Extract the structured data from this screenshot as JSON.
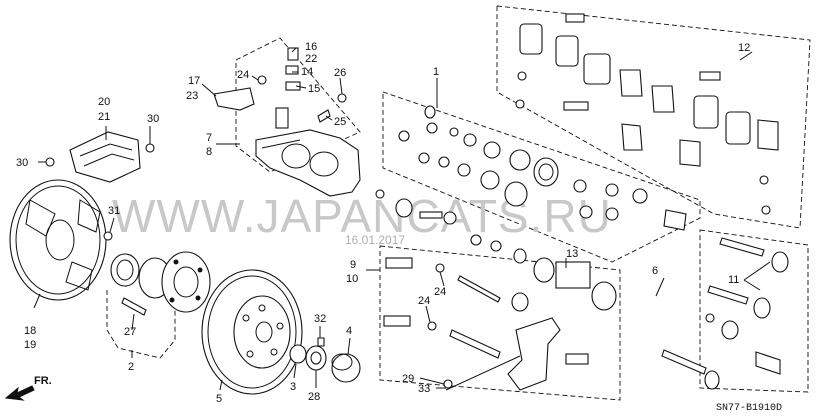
{
  "diagram": {
    "watermark": "WWW.JAPANCATS.RU",
    "watermark_date": "16.01.2017",
    "diagram_code": "SN77-B1910D",
    "direction_label": "FR.",
    "callouts": [
      {
        "id": "c1",
        "label": "1"
      },
      {
        "id": "c2",
        "label": "2"
      },
      {
        "id": "c3",
        "label": "3"
      },
      {
        "id": "c4",
        "label": "4"
      },
      {
        "id": "c5",
        "label": "5"
      },
      {
        "id": "c6",
        "label": "6"
      },
      {
        "id": "c7",
        "label": "7"
      },
      {
        "id": "c8",
        "label": "8"
      },
      {
        "id": "c9",
        "label": "9"
      },
      {
        "id": "c10",
        "label": "10"
      },
      {
        "id": "c11",
        "label": "11"
      },
      {
        "id": "c12",
        "label": "12"
      },
      {
        "id": "c13",
        "label": "13"
      },
      {
        "id": "c14",
        "label": "14"
      },
      {
        "id": "c15",
        "label": "15"
      },
      {
        "id": "c16",
        "label": "16"
      },
      {
        "id": "c17",
        "label": "17"
      },
      {
        "id": "c18",
        "label": "18"
      },
      {
        "id": "c19",
        "label": "19"
      },
      {
        "id": "c20",
        "label": "20"
      },
      {
        "id": "c21",
        "label": "21"
      },
      {
        "id": "c22",
        "label": "22"
      },
      {
        "id": "c23",
        "label": "23"
      },
      {
        "id": "c24a",
        "label": "24"
      },
      {
        "id": "c24b",
        "label": "24"
      },
      {
        "id": "c24c",
        "label": "24"
      },
      {
        "id": "c25",
        "label": "25"
      },
      {
        "id": "c26",
        "label": "26"
      },
      {
        "id": "c27",
        "label": "27"
      },
      {
        "id": "c28",
        "label": "28"
      },
      {
        "id": "c29",
        "label": "29"
      },
      {
        "id": "c30a",
        "label": "30"
      },
      {
        "id": "c30b",
        "label": "30"
      },
      {
        "id": "c31",
        "label": "31"
      },
      {
        "id": "c32",
        "label": "32"
      },
      {
        "id": "c33",
        "label": "33"
      }
    ]
  }
}
